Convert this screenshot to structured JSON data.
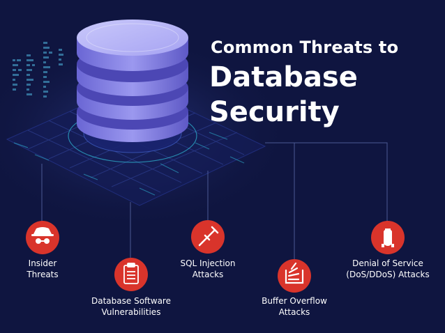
{
  "title": {
    "line1": "Common Threats to",
    "line2": "Database",
    "line3": "Security"
  },
  "threats": [
    {
      "icon": "spy-icon",
      "line1": "Insider",
      "line2": "Threats"
    },
    {
      "icon": "clipboard-icon",
      "line1": "Database Software",
      "line2": "Vulnerabilities"
    },
    {
      "icon": "syringe-icon",
      "line1": "SQL Injection",
      "line2": "Attacks"
    },
    {
      "icon": "overflow-icon",
      "line1": "Buffer Overflow",
      "line2": "Attacks"
    },
    {
      "icon": "bomb-icon",
      "line1": "Denial of Service",
      "line2": "(DoS/DDoS) Attacks"
    }
  ],
  "colors": {
    "background": "#0f1540",
    "accent_red": "#d9342b",
    "database_purple": "#8a86e8",
    "grid_cyan": "#2fb9d6"
  }
}
